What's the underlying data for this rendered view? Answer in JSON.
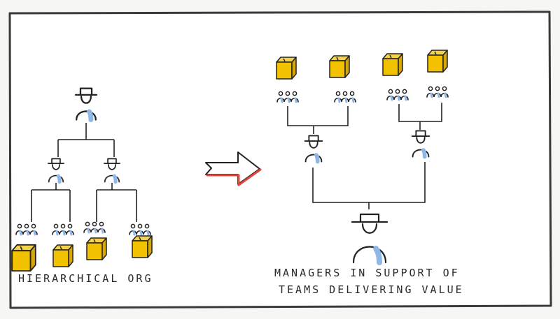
{
  "captions": {
    "left": "HIERARCHICAL ORG",
    "right_line1": "MANAGERS IN SUPPORT OF",
    "right_line2": "TEAMS DELIVERING VALUE"
  },
  "colors": {
    "ink": "#222222",
    "frame": "#3a3a3a",
    "background": "#f6f6f4",
    "paper": "#ffffff",
    "box_fill": "#f2c200",
    "box_shade": "#d9a800",
    "person_accent": "#8fb8e6",
    "arrow_accent": "#e0463a"
  },
  "icons": [
    "manager-icon",
    "team-icon",
    "value-box-icon",
    "arrow-icon"
  ]
}
